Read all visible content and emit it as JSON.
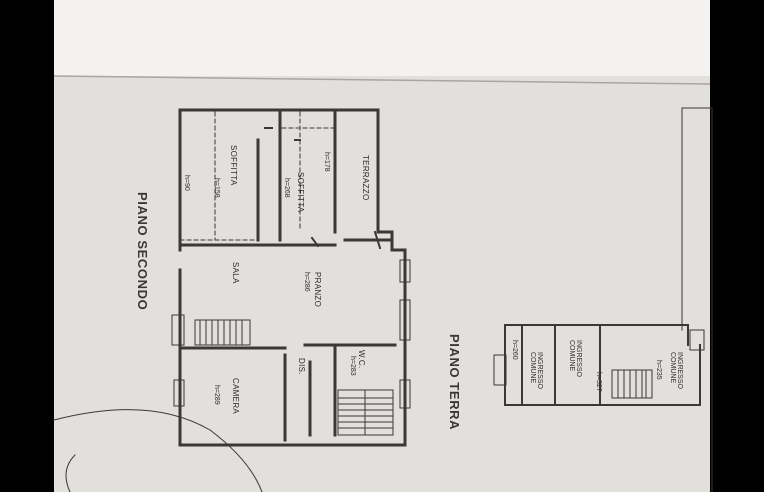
{
  "floors": {
    "second": {
      "title": "PIANO SECONDO",
      "rooms": {
        "soffitta_left": "SOFFITTA",
        "soffitta_left_h1": "h=90",
        "soffitta_left_h2": "h=158",
        "soffitta_right": "SOFFITTA",
        "soffitta_right_h1": "h=178",
        "soffitta_right_h2": "h=268",
        "terrazzo": "TERRAZZO",
        "sala": "SALA",
        "pranzo": "PRANZO",
        "pranzo_h": "h=286",
        "camera": "CAMERA",
        "camera_h": "h=289",
        "dis": "DIS.",
        "wc": "W.C.",
        "wc_h": "h=283"
      }
    },
    "ground": {
      "title": "PIANO TERRA",
      "rooms": {
        "ingresso_comune_1": "INGRESSO COMUNE",
        "ingresso_comune_1_h": "h=260",
        "ingresso_comune_2": "INGRESSO COMUNE",
        "ingresso_comune_2_h": "h=327",
        "ingresso_comune_3": "INGRESSO COMUNE",
        "ingresso_comune_3_h": "h=235"
      }
    }
  },
  "colors": {
    "background": "#000000",
    "paper": "#e4e2df",
    "paper_top": "#f4f3f1",
    "ink": "#2f2c2a"
  }
}
